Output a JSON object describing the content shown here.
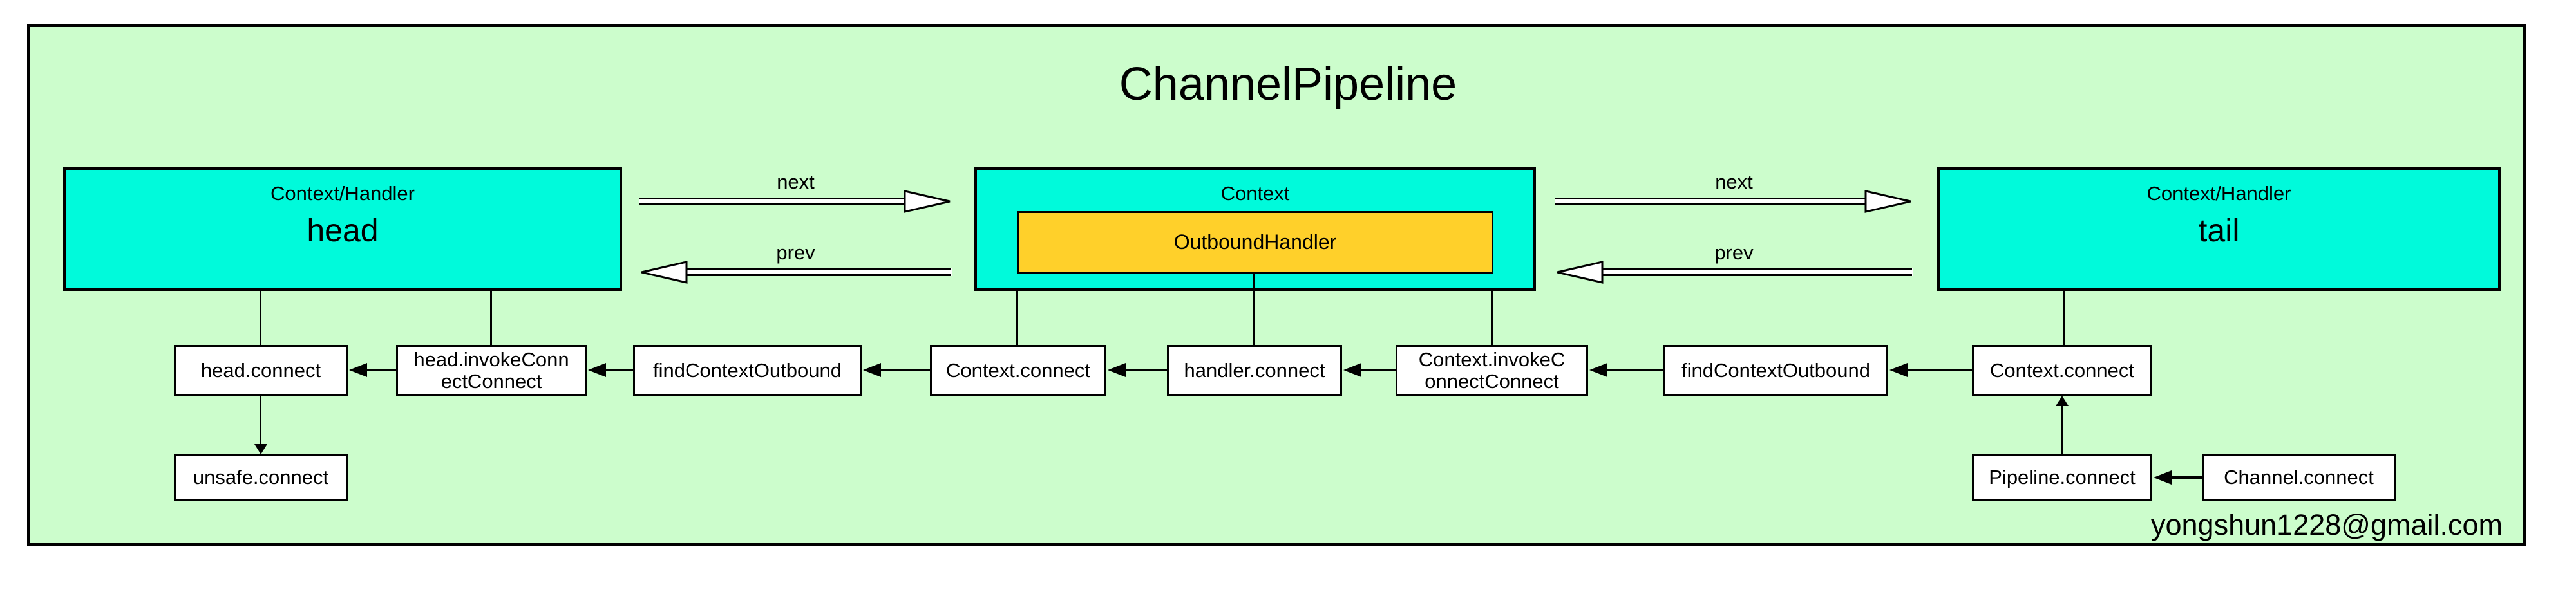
{
  "title": "ChannelPipeline",
  "watermark": "yongshun1228@gmail.com",
  "colors": {
    "diagram_bg": "#ccfdcc",
    "node_fill": "#00fadb",
    "handler_fill": "#ffd02a",
    "call_fill": "#ffffff",
    "line": "#000000"
  },
  "nodes": {
    "head": {
      "type": "Context/Handler",
      "name": "head"
    },
    "context": {
      "type": "Context",
      "handler": "OutboundHandler"
    },
    "tail": {
      "type": "Context/Handler",
      "name": "tail"
    }
  },
  "links": {
    "head_context": {
      "next": "next",
      "prev": "prev"
    },
    "context_tail": {
      "next": "next",
      "prev": "prev"
    }
  },
  "calls": {
    "head_connect": "head.connect",
    "head_invoke": {
      "line1": "head.invokeConn",
      "line2": "ectConnect"
    },
    "find_outbound_left": "findContextOutbound",
    "context_connect_left": "Context.connect",
    "handler_connect": "handler.connect",
    "context_invoke": {
      "line1": "Context.invokeC",
      "line2": "onnectConnect"
    },
    "find_outbound_right": "findContextOutbound",
    "context_connect_right": "Context.connect",
    "unsafe_connect": "unsafe.connect",
    "pipeline_connect": "Pipeline.connect",
    "channel_connect": "Channel.connect"
  }
}
